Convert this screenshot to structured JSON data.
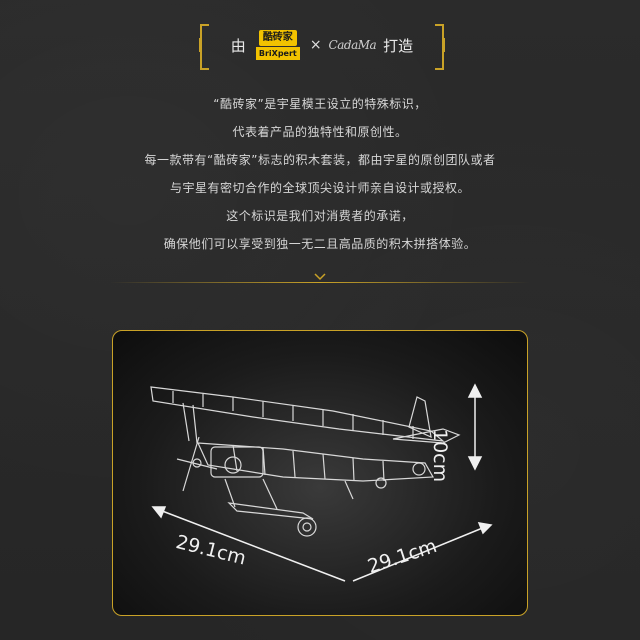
{
  "header": {
    "prefix": "由",
    "logo_top": "酷砖家",
    "logo_bottom": "BriXpert",
    "cross": "×",
    "signature": "CadaMa",
    "suffix": "打造"
  },
  "intro_lines": [
    "“酷砖家”是宇星模王设立的特殊标识，",
    "代表着产品的独特性和原创性。",
    "每一款带有“酷砖家”标志的积木套装，都由宇星的原创团队或者",
    "与宇星有密切合作的全球顶尖设计师亲自设计或授权。",
    "这个标识是我们对消费者的承诺，",
    "确保他们可以享受到独一无二且高品质的积木拼搭体验。"
  ],
  "dimensions": {
    "length": "29.1cm",
    "width": "29.1cm",
    "height": "10cm"
  },
  "colors": {
    "accent_gold": "#c9a227",
    "logo_yellow": "#f2c200",
    "background": "#2a2a2a"
  },
  "icons": [
    "bracket-left-icon",
    "bracket-right-icon",
    "divider-notch-icon",
    "airplane-illustration"
  ]
}
